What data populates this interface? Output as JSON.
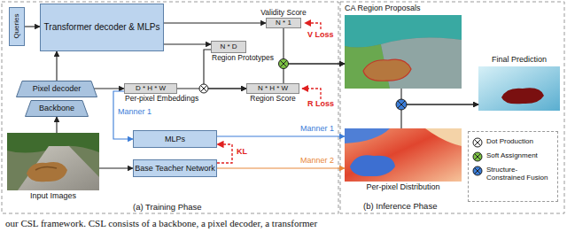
{
  "diagram": {
    "caption": "our CSL framework. CSL consists of a backbone, a pixel decoder, a transformer",
    "nodes": [
      {
        "text": [
          "Queries"
        ]
      },
      {
        "text": [
          "Transformer decoder & MLPs"
        ]
      },
      {
        "text": [
          "Validity Score",
          "N * 1"
        ]
      },
      {
        "text": [
          "N * D",
          "Region Prototypes"
        ]
      },
      {
        "text": [
          "Pixel decoder"
        ]
      },
      {
        "text": [
          "Backbone"
        ]
      },
      {
        "text": [
          "D * H * W",
          "Per-pixel Embeddings"
        ]
      },
      {
        "text": [
          "N * H * W",
          "Region Score"
        ]
      },
      {
        "text": [
          "Input Images"
        ]
      },
      {
        "text": [
          "MLPs"
        ]
      },
      {
        "text": [
          "Base Teacher Network"
        ]
      },
      {
        "text": [
          "CA Region Proposals"
        ]
      },
      {
        "text": [
          "Per-pixel Distribution"
        ]
      },
      {
        "text": [
          "Final Prediction"
        ]
      }
    ],
    "edges": [
      {
        "from": 0,
        "to": 1,
        "arrow": "to"
      },
      {
        "from": 4,
        "to": 1,
        "arrow": "to"
      },
      {
        "from": 1,
        "to": 2,
        "arrow": "to"
      },
      {
        "from": 1,
        "to": 3,
        "arrow": "to"
      },
      {
        "from": 4,
        "to": 6,
        "arrow": "to"
      },
      {
        "from": 6,
        "to": 7,
        "arrow": "to"
      },
      {
        "from": 3,
        "to": 7,
        "arrow": "to"
      },
      {
        "from": 2,
        "to": 11,
        "arrow": "to"
      },
      {
        "from": 7,
        "to": 11,
        "arrow": "to"
      },
      {
        "from": 8,
        "to": 5,
        "arrow": "to"
      },
      {
        "from": 8,
        "to": 10,
        "arrow": "to"
      },
      {
        "from": 6,
        "to": 9,
        "label": "Manner 1",
        "arrow": "to"
      },
      {
        "from": 9,
        "to": 12,
        "label": "Manner 1",
        "arrow": "to"
      },
      {
        "from": 10,
        "to": 12,
        "label": "Manner 2",
        "arrow": "to"
      },
      {
        "from": 10,
        "to": 9,
        "label": "KL",
        "arrow": "to"
      },
      {
        "from": 11,
        "to": 13,
        "arrow": "to"
      },
      {
        "from": 12,
        "to": 13,
        "arrow": "to"
      }
    ],
    "labels": [
      "(a) Training Phase",
      "(b) Inference Phase",
      "V Loss",
      "R Loss"
    ],
    "legend": [
      {
        "text": "Dot Production"
      },
      {
        "text": "Soft Assignment"
      },
      {
        "text": "Structure-Constrained Fusion"
      }
    ]
  }
}
